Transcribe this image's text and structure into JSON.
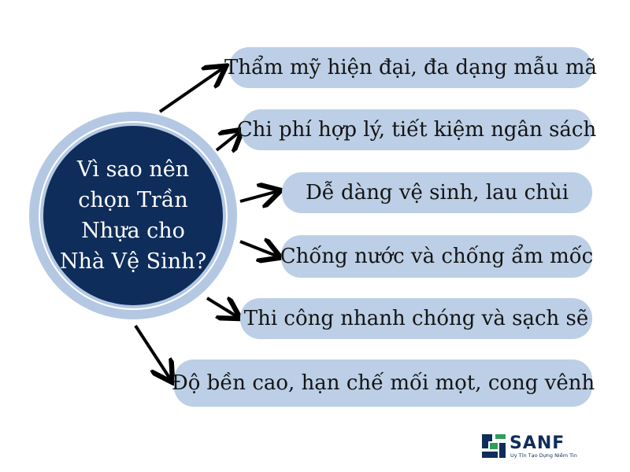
{
  "center": {
    "text": "Vì sao nên\nchọn Trần\nNhựa cho\nNhà Vệ Sinh?"
  },
  "reasons": [
    {
      "label": "Thẩm mỹ hiện đại, đa dạng mẫu mã"
    },
    {
      "label": "Chi phí hợp lý, tiết kiệm ngân sách"
    },
    {
      "label": "Dễ dàng vệ sinh, lau chùi"
    },
    {
      "label": "Chống nước và chống ẩm mốc"
    },
    {
      "label": "Thi công nhanh chóng và sạch sẽ"
    },
    {
      "label": "Độ bền cao, hạn chế mối mọt, cong vênh"
    }
  ],
  "logo": {
    "brand": "SANF",
    "tagline": "Uy Tín Tạo Dựng Niềm Tin",
    "icon": "sanf-logo-icon",
    "colors": {
      "navy": "#0f2d5a",
      "green": "#2e9e5b"
    }
  },
  "colors": {
    "center_fill": "#0f2d5a",
    "center_halo": "#b5c8e3",
    "pill_fill": "#bccfe6",
    "arrow": "#000000"
  }
}
